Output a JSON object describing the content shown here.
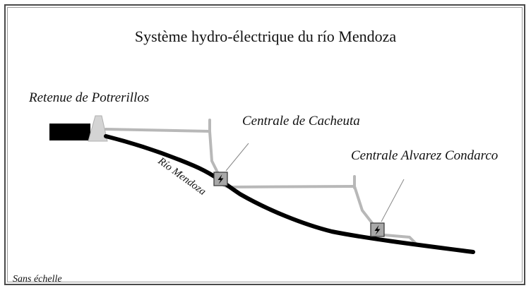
{
  "title": "Système hydro-électrique du río Mendoza",
  "labels": {
    "reservoir": "Retenue de Potrerillos",
    "plant_1": "Centrale de Cacheuta",
    "plant_2": "Centrale Alvarez Condarco",
    "river": "Río Mendoza",
    "scale_note": "Sans échelle"
  },
  "colors": {
    "river": "#000000",
    "canal": "#b8b8b8",
    "dam": "#d4d4d4",
    "plant_fill": "#a8a8a8",
    "border": "#4a4a4a"
  },
  "icons": {
    "plant_symbol": "lightning-bolt-icon"
  }
}
